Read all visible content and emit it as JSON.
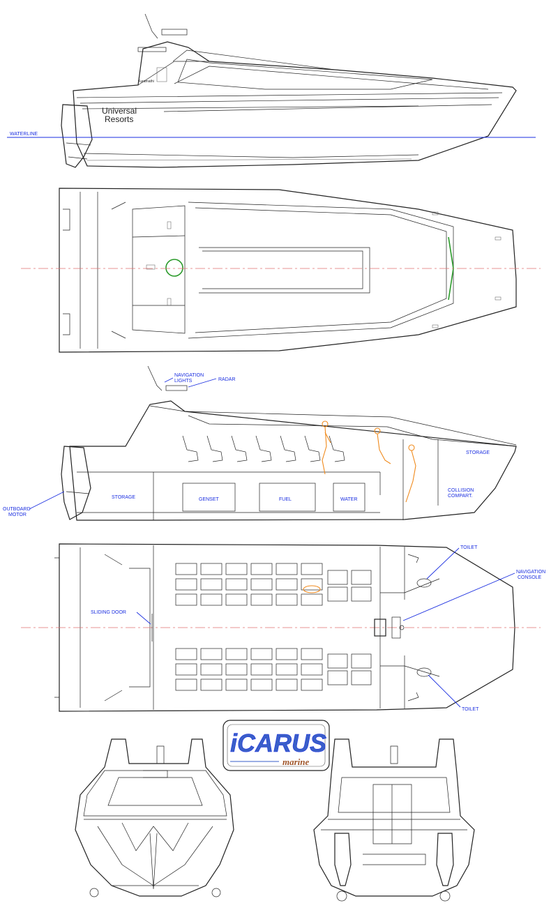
{
  "labels": {
    "waterline": "WATERLINE",
    "navigation_lights_1": "NAVIGATION",
    "navigation_lights_2": "LIGHTS",
    "radar": "RADAR",
    "outboard_motor_1": "OUTBOARD",
    "outboard_motor_2": "MOTOR",
    "storage_aft": "STORAGE",
    "genset": "GENSET",
    "fuel": "FUEL",
    "water": "WATER",
    "storage_fwd": "STORAGE",
    "collision_1": "COLLISION",
    "collision_2": "COMPART.",
    "toilet_top": "TOILET",
    "nav_console_1": "NAVIGATION",
    "nav_console_2": "CONSOLE",
    "sliding_door": "SLIDING DOOR",
    "toilet_bottom": "TOILET"
  },
  "hull_branding": {
    "line1": "Universal",
    "line2": "Resorts",
    "small_logo": "Kuramathi"
  },
  "logo": {
    "word": "iCARUS",
    "sub": "marine"
  },
  "colors": {
    "annotation": "#1a2ee0",
    "centerline": "#e07070",
    "figure": "#f08a1c",
    "hatch": "#2a9a2a",
    "logo": "#3a5fc8"
  }
}
